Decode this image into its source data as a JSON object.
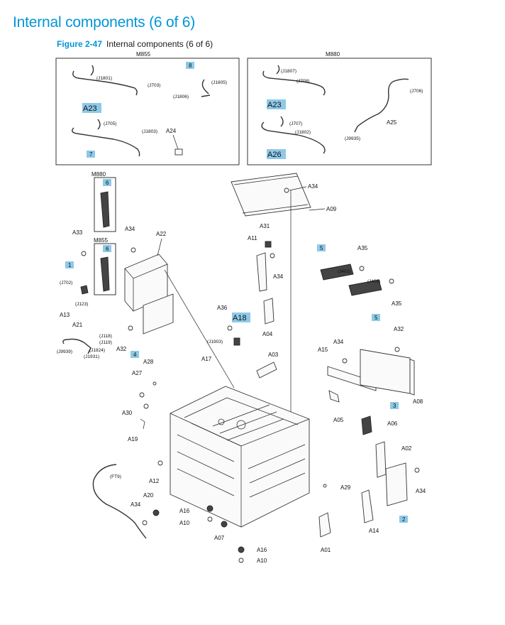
{
  "page_title": "Internal components (6 of 6)",
  "figure": {
    "number": "Figure 2-47",
    "caption": "Internal components (6 of 6)"
  },
  "insets": {
    "m855_title": "M855",
    "m880_title": "M880",
    "m855_labels": [
      "(J1801)",
      "(J703)",
      "8",
      "(J1805)",
      "(J1806)",
      "A23",
      "(J705)",
      "(J1803)",
      "A24",
      "7"
    ],
    "m880_labels": [
      "(J1807)",
      "(J708)",
      "(J706)",
      "A23",
      "A25",
      "(J707)",
      "(J1802)",
      "(J9935)",
      "A26"
    ]
  },
  "callouts": {
    "m880_small": "M880",
    "m855_small": "M855",
    "k6a": "6",
    "k6b": "6",
    "k1": "1",
    "k4": "4",
    "k5a": "5",
    "k5b": "5",
    "k3": "3",
    "k2": "2",
    "A18": "A18",
    "A34a": "A34",
    "A09": "A09",
    "A33": "A33",
    "A34b": "A34",
    "A22": "A22",
    "A31": "A31",
    "A11": "A11",
    "A34c": "A34",
    "A35a": "A35",
    "J402": "(J402)",
    "J403": "(J403)",
    "A35b": "A35",
    "J702": "(J702)",
    "J123": "(J123)",
    "A13": "A13",
    "A36": "A36",
    "J1903": "(J1903)",
    "A04": "A04",
    "A21": "A21",
    "J118": "(J118)",
    "J119": "(J119)",
    "J1824": "(J1824)",
    "J1931": "(J1931)",
    "J9939": "(J9939)",
    "A32a": "A32",
    "A17": "A17",
    "A03": "A03",
    "A32b": "A32",
    "A34d": "A34",
    "A15": "A15",
    "A28": "A28",
    "A08": "A08",
    "A27": "A27",
    "A30": "A30",
    "A05": "A05",
    "A06": "A06",
    "A19": "A19",
    "A02": "A02",
    "FT9": "(FT9)",
    "A12": "A12",
    "A29": "A29",
    "A34e": "A34",
    "A20": "A20",
    "A34f": "A34",
    "A16a": "A16",
    "A10a": "A10",
    "A14": "A14",
    "A07": "A07",
    "A01": "A01",
    "A16b": "A16",
    "A10b": "A10"
  }
}
